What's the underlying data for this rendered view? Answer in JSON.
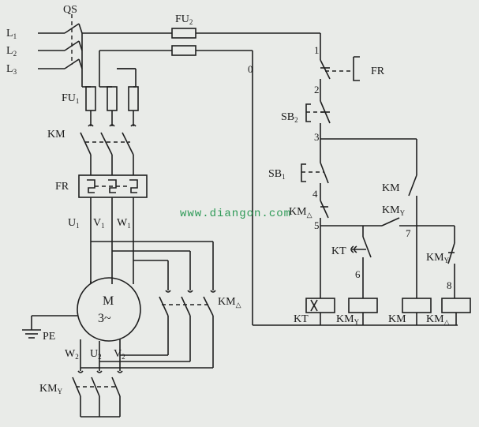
{
  "labels": {
    "qs": "QS",
    "l1": "L",
    "l1_sub": "1",
    "l2": "L",
    "l2_sub": "2",
    "l3": "L",
    "l3_sub": "3",
    "fu2": "FU",
    "fu2_sub": "2",
    "fu1": "FU",
    "fu1_sub": "1",
    "km": "KM",
    "fr": "FR",
    "fr_contact": "FR",
    "u1": "U",
    "u1_sub": "1",
    "v1": "V",
    "v1_sub": "1",
    "w1": "W",
    "w1_sub": "1",
    "motor_m": "M",
    "motor_3": "3~",
    "pe": "PE",
    "w2": "W",
    "w2_sub": "2",
    "u2": "U",
    "u2_sub": "2",
    "v2": "V",
    "v2_sub": "2",
    "km_y": "KM",
    "km_y_sub": "Y",
    "km_delta": "KM",
    "km_delta_sub": "△",
    "sb2": "SB",
    "sb2_sub": "2",
    "sb1": "SB",
    "sb1_sub": "1",
    "km_delta_nc": "KM",
    "km_delta_nc_sub": "△",
    "km_hold": "KM",
    "km_y_nc": "KM",
    "km_y_nc_sub": "Y",
    "kt_contact": "KT",
    "km_y_contact": "KM",
    "km_y_contact_sub": "Y",
    "coil_kt": "KT",
    "coil_kmy": "KM",
    "coil_kmy_sub": "Y",
    "coil_km": "KM",
    "coil_kmd": "KM",
    "coil_kmd_sub": "△",
    "n0": "0",
    "n1": "1",
    "n2": "2",
    "n3": "3",
    "n4": "4",
    "n5": "5",
    "n6": "6",
    "n7": "7",
    "n8": "8"
  },
  "watermark": "www.diangon.com"
}
